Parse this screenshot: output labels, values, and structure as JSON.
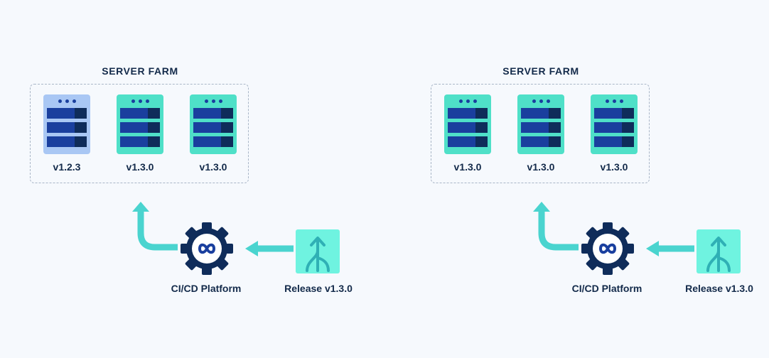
{
  "colors": {
    "server_old": "#a9c7f4",
    "server_new": "#4fe0c8",
    "rack_bar": "#1a3f9e",
    "rack_bar_dark": "#0f2c5a",
    "arrow": "#4ad4cf",
    "gear": "#0f2c5a",
    "release_tile": "#6ff3e0"
  },
  "panels": [
    {
      "farm_title": "SERVER FARM",
      "servers": [
        {
          "version": "v1.2.3",
          "state": "old"
        },
        {
          "version": "v1.3.0",
          "state": "new"
        },
        {
          "version": "v1.3.0",
          "state": "new"
        }
      ],
      "platform_label": "CI/CD Platform",
      "release_label": "Release v1.3.0"
    },
    {
      "farm_title": "SERVER FARM",
      "servers": [
        {
          "version": "v1.3.0",
          "state": "new"
        },
        {
          "version": "v1.3.0",
          "state": "new"
        },
        {
          "version": "v1.3.0",
          "state": "new"
        }
      ],
      "platform_label": "CI/CD Platform",
      "release_label": "Release v1.3.0"
    }
  ]
}
